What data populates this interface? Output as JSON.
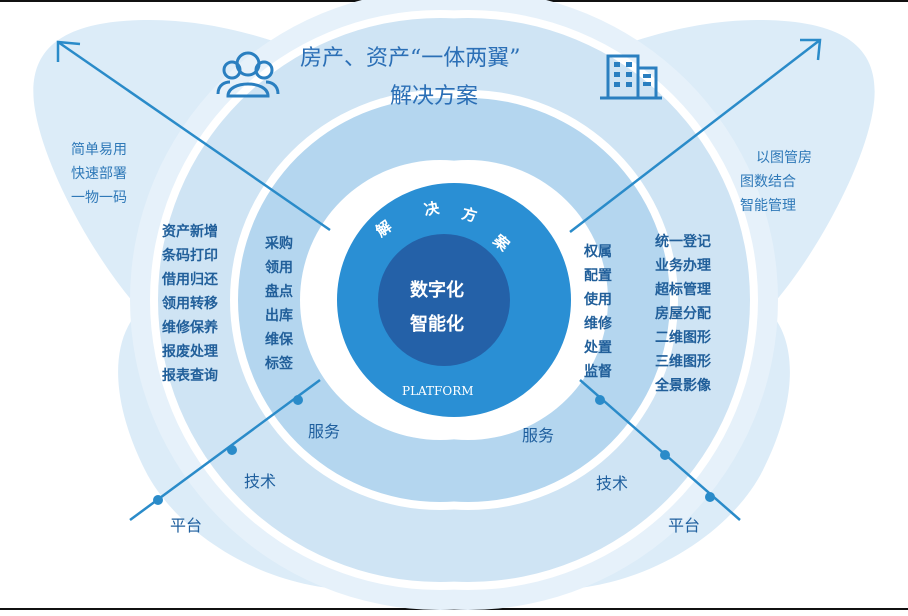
{
  "title": {
    "line1": "房产、资产“一体两翼”",
    "line2": "解决方案"
  },
  "icons": {
    "left": "users-icon",
    "right": "building-icon"
  },
  "colors": {
    "wing_light": "#dcecf8",
    "wing_mid": "#bcdcf2",
    "wing_deep": "#9fcbea",
    "core": "#2a8fd4",
    "core_inner": "#2461a8",
    "title": "#2b6fb6"
  },
  "left": {
    "outer": [
      "简单易用",
      "快速部署",
      "一物一码"
    ],
    "middle": [
      "资产新增",
      "条码打印",
      "借用归还",
      "领用转移",
      "维修保养",
      "报废处理",
      "报表查询"
    ],
    "inner": [
      "采购",
      "领用",
      "盘点",
      "出库",
      "维保",
      "标签"
    ],
    "ring_labels": {
      "service": "服务",
      "tech": "技术",
      "platform": "平台"
    }
  },
  "right": {
    "outer": [
      "以图管房",
      "图数结合",
      "智能管理"
    ],
    "middle": [
      "统一登记",
      "业务办理",
      "超标管理",
      "房屋分配",
      "二维图形",
      "三维图形",
      "全景影像"
    ],
    "inner": [
      "权属",
      "配置",
      "使用",
      "维修",
      "处置",
      "监督"
    ],
    "ring_labels": {
      "service": "服务",
      "tech": "技术",
      "platform": "平台"
    }
  },
  "center": {
    "arc_chars": [
      "解",
      "决",
      "方",
      "案"
    ],
    "core_line1": "数字化",
    "core_line2": "智能化",
    "platform": "PLATFORM"
  }
}
